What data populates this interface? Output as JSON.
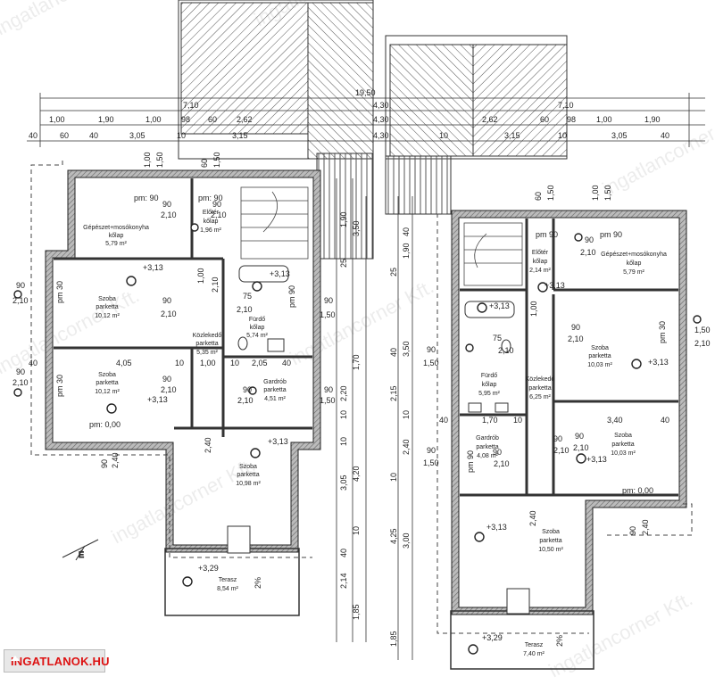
{
  "watermarks": {
    "wm1": "ingatlancorner Kft.",
    "wm2": "ingatlancorner Kft.",
    "wm3": "ingatlancorner Kft.",
    "wm4": "ingatlancorner Kft.",
    "wm5": "ingatlancorner Kft.",
    "wm6": "ingatlancorner Kft.",
    "wm7": "ingatlancorner Kft."
  },
  "top_dimensions": {
    "overall": "19,50",
    "left_710": "7,10",
    "left_430": "4,30",
    "right_430": "4,30",
    "right_710": "7,10",
    "r2_100a": "1,00",
    "r2_190a": "1,90",
    "r2_100b": "1,00",
    "r2_98a": "98",
    "r2_60a": "60",
    "r2_262a": "2,62",
    "r2_430": "4,30",
    "r2_262b": "2,62",
    "r2_60b": "60",
    "r2_98b": "98",
    "r2_100c": "1,00",
    "r2_190b": "1,90",
    "r3_40a": "40",
    "r3_60": "60",
    "r3_40b": "40",
    "r3_305a": "3,05",
    "r3_10a": "10",
    "r3_315a": "3,15",
    "r3_430": "4,30",
    "r3_10b": "10",
    "r3_315b": "3,15",
    "r3_10c": "10",
    "r3_305b": "3,05",
    "r3_40c": "40"
  },
  "left_unit": {
    "rooms": {
      "gepeszet_name": "Gépészet+mosókonyha",
      "gepeszet_floor": "kőlap",
      "gepeszet_area": "5,79 m²",
      "eloter_name": "Előtér",
      "eloter_floor": "kőlap",
      "eloter_area": "1,96 m²",
      "szoba1_name": "Szoba",
      "szoba1_floor": "parketta",
      "szoba1_area": "10,12 m²",
      "furdo_name": "Fürdő",
      "furdo_floor": "kőlap",
      "furdo_area": "5,74 m²",
      "kozl_name": "Közlekedő",
      "kozl_floor": "parketta",
      "kozl_area": "5,35 m²",
      "szoba2_name": "Szoba",
      "szoba2_floor": "parketta",
      "szoba2_area": "10,12 m²",
      "gard_name": "Gardrób",
      "gard_floor": "parketta",
      "gard_area": "4,51 m²",
      "szoba3_name": "Szoba",
      "szoba3_floor": "parketta",
      "szoba3_area": "10,98 m²",
      "terasz_name": "Terasz",
      "terasz_area": "8,54 m²"
    },
    "levels": {
      "lv1": "+3,13",
      "lv2": "+3,13",
      "lv3": "+3,13",
      "lv4": "+3,13",
      "lv5": "+3,29",
      "lv6": "pm: 0,00"
    },
    "door_labels": {
      "d1a": "90",
      "d1b": "2,10",
      "d2a": "90",
      "d2b": "2,10",
      "d3a": "90",
      "d3b": "2,10",
      "d4a": "90",
      "d4b": "2,10",
      "d5a": "75",
      "d5b": "2,10",
      "d6a": "90",
      "d6b": "2,10",
      "d7a": "pm: 90",
      "d7b": "pm: 90",
      "d8a": "pm 30",
      "d8b": "pm 30",
      "d9a": "pm 90",
      "w1a": "90",
      "w1b": "2,10",
      "w2a": "90",
      "w2b": "2,10",
      "w3a": "90",
      "w3b": "2,40",
      "w4a": "1,00",
      "w4b": "1,50",
      "w5a": "60",
      "w5b": "1,50",
      "w6a": "90",
      "w6b": "1,50",
      "w7a": "90",
      "w7b": "1,50",
      "s1": "1,00",
      "s2": "2,10",
      "slope": "2%"
    },
    "inner_dims": {
      "i1": "4,05",
      "i2": "1,00",
      "i3": "2,05",
      "i4": "40",
      "i5": "40",
      "i6": "10",
      "i7": "10",
      "i8": "2,40",
      "i9": "2,40"
    }
  },
  "middle_dimensions": {
    "m1": "1,90",
    "m2": "3,50",
    "m3": "25",
    "m4": "1,70",
    "m5": "2,20",
    "m6": "10",
    "m7": "3,05",
    "m8": "4,20",
    "m9": "10",
    "m10": "2,14",
    "m11": "40",
    "m12": "1,85",
    "m13": "1,90",
    "m14": "1,85",
    "m15": "3,50",
    "m16": "2,15",
    "m17": "10",
    "m18": "2,40",
    "m19": "4,25",
    "m20": "3,00",
    "m21": "40",
    "m22": "10",
    "m23": "40",
    "m24": "25",
    "m25": "10"
  },
  "right_unit": {
    "rooms": {
      "gepeszet_name": "Gépészet+mosókonyha",
      "gepeszet_floor": "kőlap",
      "gepeszet_area": "5,79 m²",
      "eloter_name": "Előtér",
      "eloter_floor": "kőlap",
      "eloter_area": "2,14 m²",
      "szoba1_name": "Szoba",
      "szoba1_floor": "parketta",
      "szoba1_area": "10,03 m²",
      "furdo_name": "Fürdő",
      "furdo_floor": "kőlap",
      "furdo_area": "5,95 m²",
      "kozl_name": "Közlekedő",
      "kozl_floor": "parketta",
      "kozl_area": "6,25 m²",
      "szoba2_name": "Szoba",
      "szoba2_floor": "parketta",
      "szoba2_area": "10,03 m²",
      "gard_name": "Gardrób",
      "gard_floor": "parketta",
      "gard_area": "4,08 m²",
      "szoba3_name": "Szoba",
      "szoba3_floor": "parketta",
      "szoba3_area": "10,50 m²",
      "terasz_name": "Terasz",
      "terasz_area": "7,40 m²"
    },
    "levels": {
      "lv1": "+3,13",
      "lv2": "+3,13",
      "lv3": "+3,13",
      "lv4": "+3,13",
      "lv5": "+3,13",
      "lv6": "+3,29",
      "lv7": "pm: 0,00"
    },
    "door_labels": {
      "d1a": "90",
      "d1b": "2,10",
      "d2a": "90",
      "d2b": "2,10",
      "d3a": "90",
      "d3b": "2,10",
      "d4a": "75",
      "d4b": "2,10",
      "d5a": "90",
      "d5b": "2,10",
      "d6a": "90",
      "d6b": "2,10",
      "d7a": "pm 90",
      "d7b": "pm 90",
      "d8a": "pm 30",
      "d9a": "pm 90",
      "w1a": "1,50",
      "w1b": "2,10",
      "w2a": "90",
      "w2b": "1,50",
      "w3a": "90",
      "w3b": "1,50",
      "w4a": "1,00",
      "w4b": "1,50",
      "w5a": "60",
      "w5b": "1,50",
      "w6a": "90",
      "w6b": "2,40",
      "s1": "1,00",
      "slope": "2%"
    },
    "inner_dims": {
      "i1": "1,70",
      "i2": "3,40",
      "i3": "40",
      "i4": "40",
      "i5": "10",
      "i6": "2,40"
    }
  },
  "logo": {
    "text": "INGATLANOK.HU"
  }
}
